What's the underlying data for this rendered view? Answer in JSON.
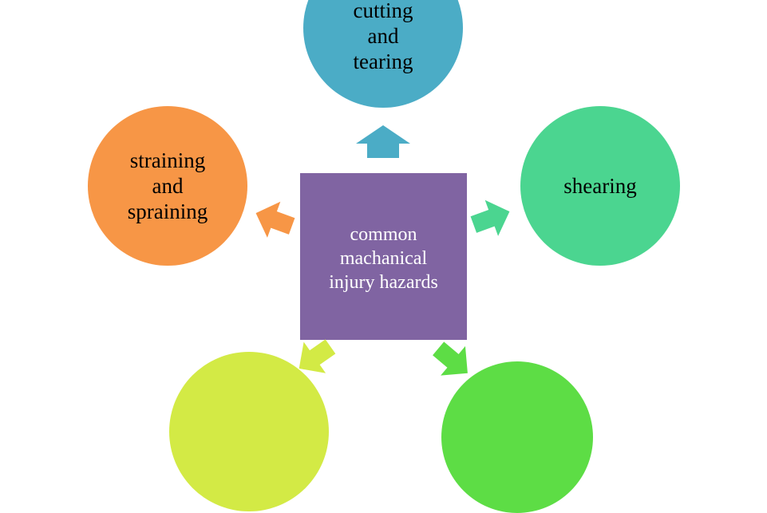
{
  "diagram": {
    "center": {
      "label": "common\nmachanical\ninjury  hazards",
      "color": "#8064a2"
    },
    "nodes": [
      {
        "id": "top",
        "label": "cutting\nand\ntearing",
        "color": "#4bacc6"
      },
      {
        "id": "right",
        "label": "shearing",
        "color": "#4bd590"
      },
      {
        "id": "left",
        "label": "straining\nand\nspraining",
        "color": "#f79646"
      },
      {
        "id": "bottom_left",
        "label": "",
        "color": "#d3ea45"
      },
      {
        "id": "bottom_right",
        "label": "",
        "color": "#5ddd45"
      }
    ],
    "arrows": [
      {
        "to": "top",
        "color": "#4bacc6"
      },
      {
        "to": "right",
        "color": "#4bd590"
      },
      {
        "to": "left",
        "color": "#f79646"
      },
      {
        "to": "bottom_left",
        "color": "#d3ea45"
      },
      {
        "to": "bottom_right",
        "color": "#5ddd45"
      }
    ]
  }
}
